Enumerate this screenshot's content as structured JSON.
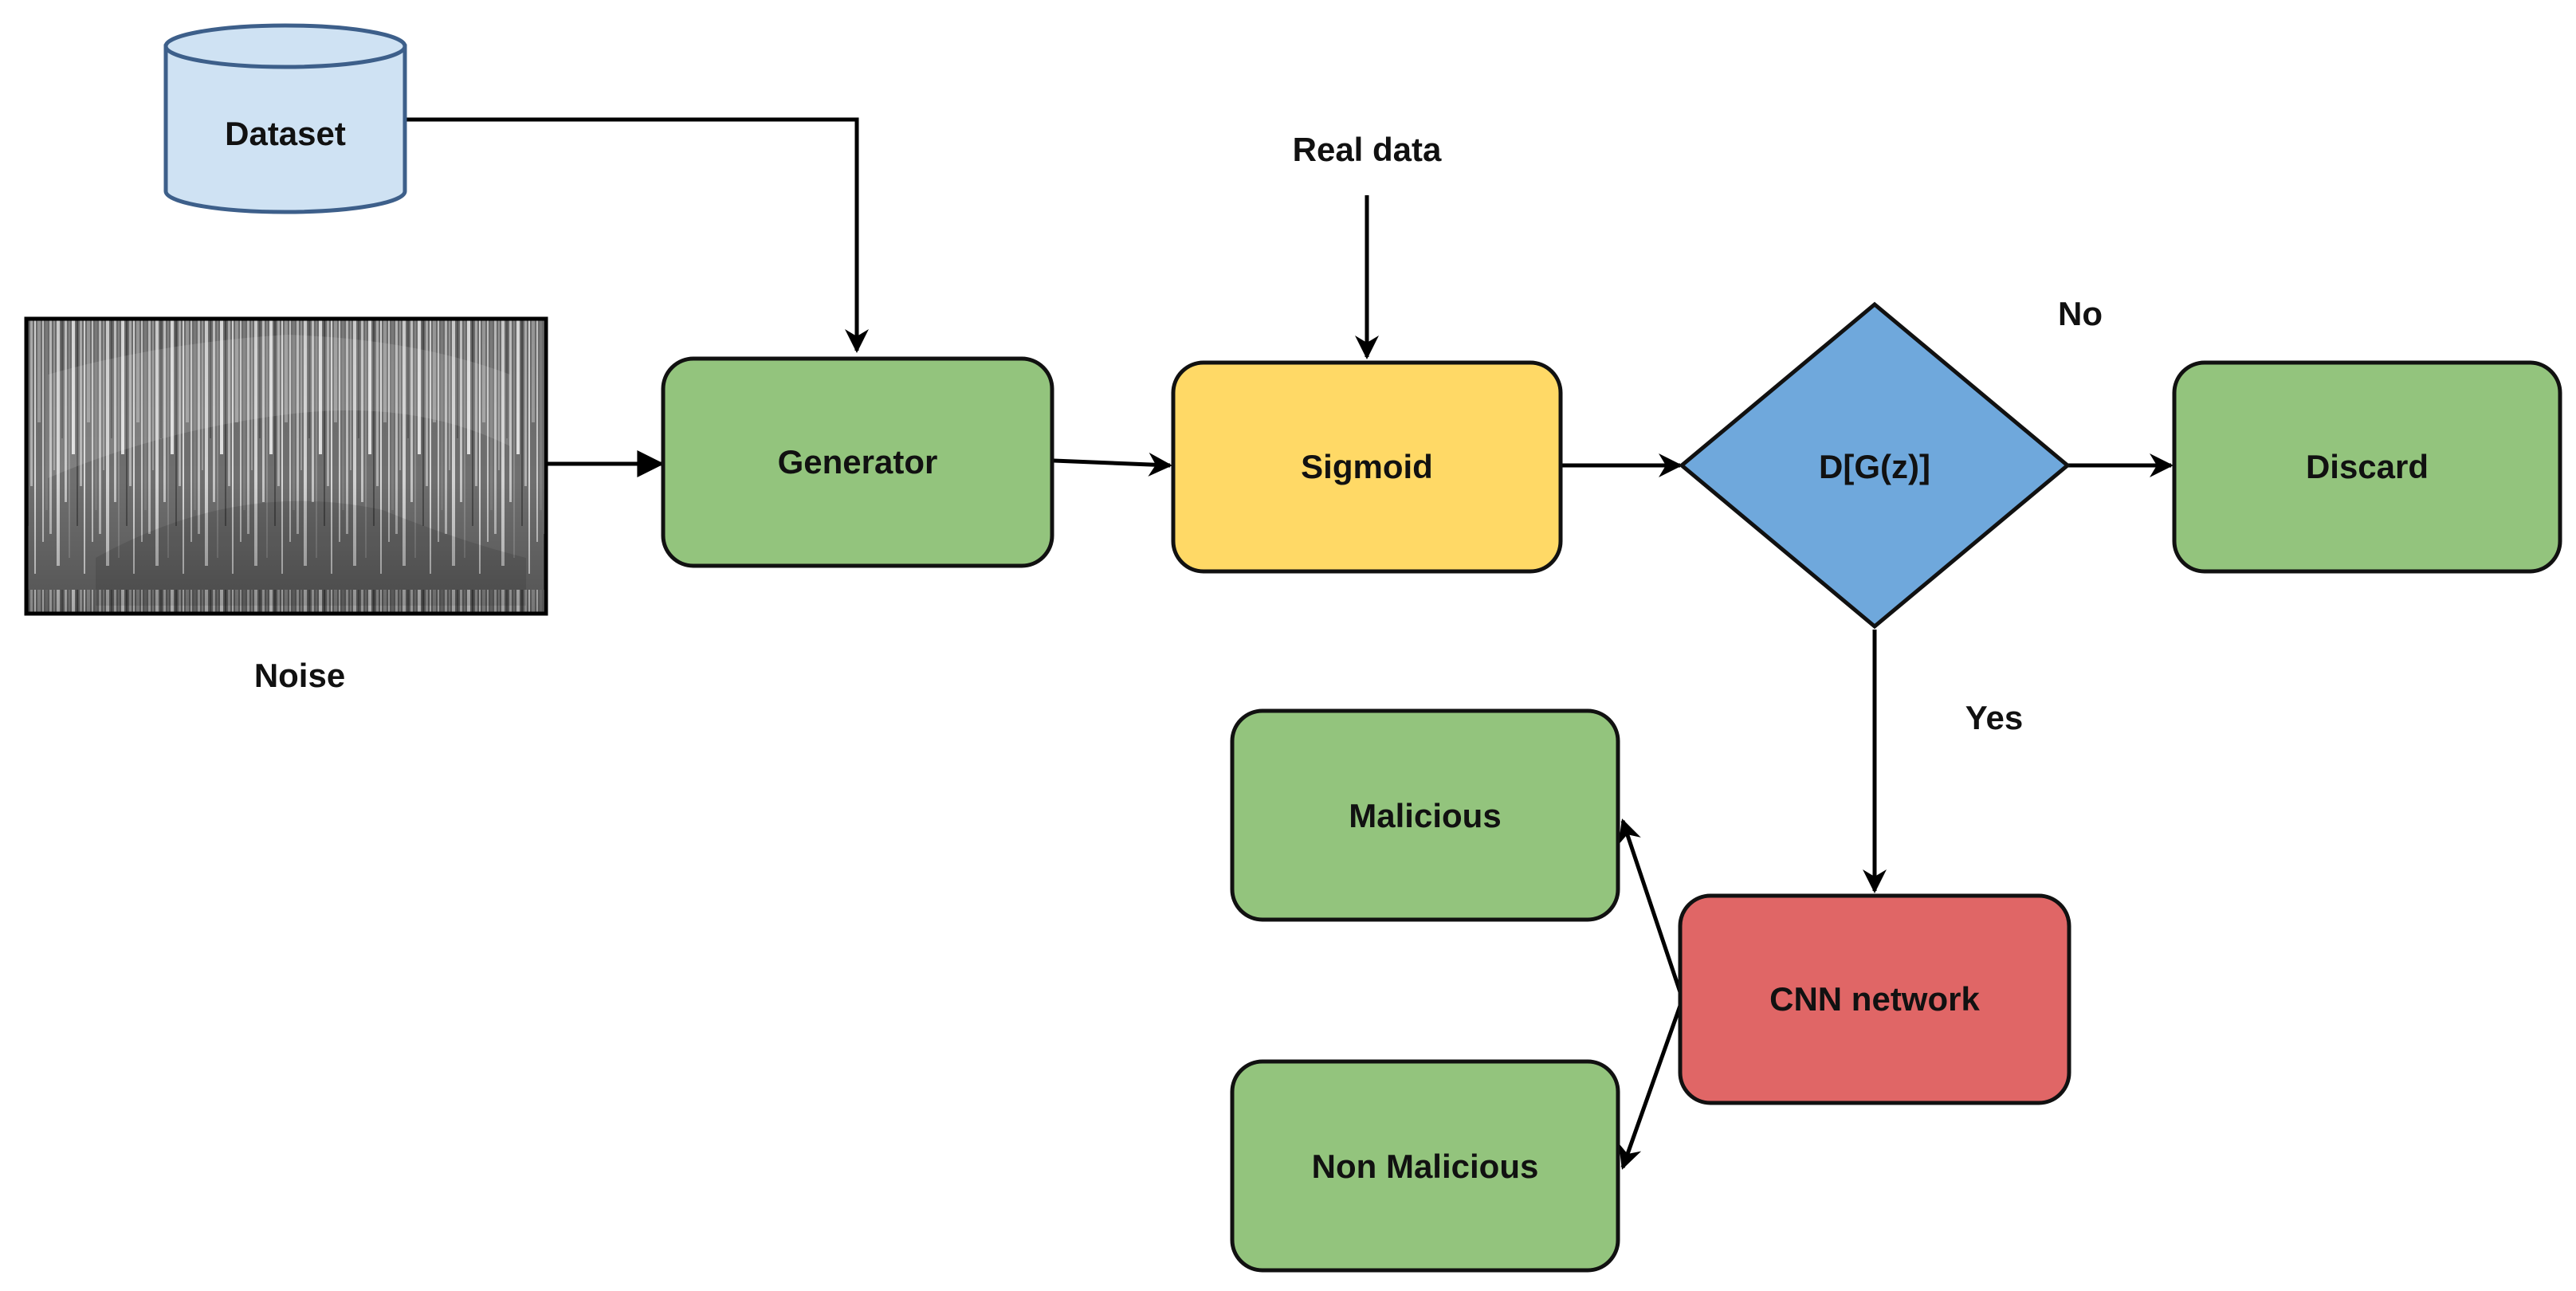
{
  "colors": {
    "green": "#93c47d",
    "yellow": "#ffd966",
    "blue": "#6fa8dc",
    "red": "#e06666",
    "cylinder": "#cfe2f3",
    "cylinder_stroke": "#3d5f8a",
    "stroke": "#111111"
  },
  "nodes": {
    "dataset": {
      "label": "Dataset",
      "shape": "cylinder"
    },
    "noise_image": {
      "caption": "Noise",
      "shape": "grayscale-noise-image"
    },
    "generator": {
      "label": "Generator",
      "color": "green"
    },
    "sigmoid": {
      "label": "Sigmoid",
      "color": "yellow"
    },
    "discriminator": {
      "label": "D[G(z)]",
      "color": "blue",
      "shape": "diamond"
    },
    "discard": {
      "label": "Discard",
      "color": "green"
    },
    "cnn": {
      "label": "CNN network",
      "color": "red"
    },
    "malicious": {
      "label": "Malicious",
      "color": "green"
    },
    "non_malicious": {
      "label": "Non Malicious",
      "color": "green"
    }
  },
  "inputs": {
    "real_data": "Real data"
  },
  "edge_labels": {
    "no": "No",
    "yes": "Yes"
  }
}
